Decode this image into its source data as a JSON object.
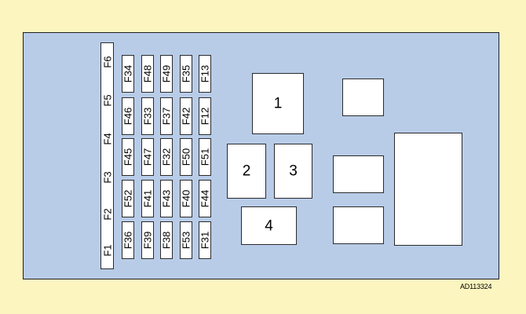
{
  "ref_code": "AD113324",
  "strip": [
    "F6",
    "F5",
    "F4",
    "F3",
    "F2",
    "F1"
  ],
  "columns": [
    [
      "F34",
      "F46",
      "F45",
      "F52",
      "F36"
    ],
    [
      "F48",
      "F33",
      "F47",
      "F41",
      "F39"
    ],
    [
      "F49",
      "F37",
      "F32",
      "F43",
      "F38"
    ],
    [
      "F35",
      "F42",
      "F50",
      "F40",
      "F53"
    ],
    [
      "F13",
      "F12",
      "F51",
      "F44",
      "F31"
    ]
  ],
  "relays": [
    "1",
    "2",
    "3",
    "4"
  ],
  "colors": {
    "background": "#fdf5c0",
    "panel": "#b8cce8",
    "component": "#ffffff",
    "stroke": "#2a2a2a"
  }
}
